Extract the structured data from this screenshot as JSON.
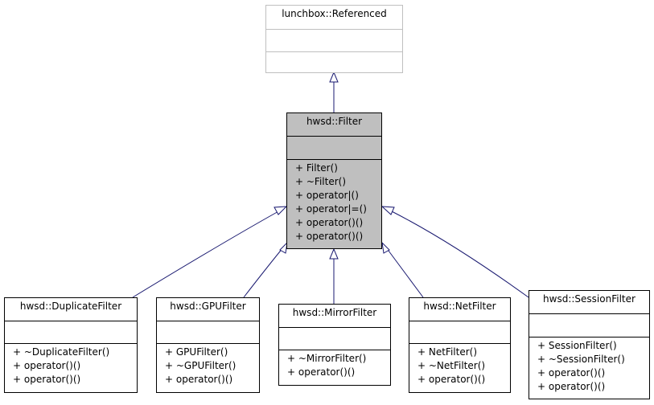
{
  "classes": {
    "referenced": {
      "name": "lunchbox::Referenced",
      "methods": []
    },
    "filter": {
      "name": "hwsd::Filter",
      "methods": [
        "+ Filter()",
        "+ ~Filter()",
        "+ operator|()",
        "+ operator|=()",
        "+ operator()()",
        "+ operator()()"
      ]
    },
    "duplicate": {
      "name": "hwsd::DuplicateFilter",
      "methods": [
        "+ ~DuplicateFilter()",
        "+ operator()()",
        "+ operator()()"
      ]
    },
    "gpu": {
      "name": "hwsd::GPUFilter",
      "methods": [
        "+ GPUFilter()",
        "+ ~GPUFilter()",
        "+ operator()()"
      ]
    },
    "mirror": {
      "name": "hwsd::MirrorFilter",
      "methods": [
        "+ ~MirrorFilter()",
        "+ operator()()"
      ]
    },
    "net": {
      "name": "hwsd::NetFilter",
      "methods": [
        "+ NetFilter()",
        "+ ~NetFilter()",
        "+ operator()()"
      ]
    },
    "session": {
      "name": "hwsd::SessionFilter",
      "methods": [
        "+ SessionFilter()",
        "+ ~SessionFilter()",
        "+ operator()()",
        "+ operator()()"
      ]
    }
  },
  "colors": {
    "edge": "#191970",
    "border": "#000000",
    "focus_fill": "#bfbfbf",
    "external_border": "#bfbfbf"
  }
}
